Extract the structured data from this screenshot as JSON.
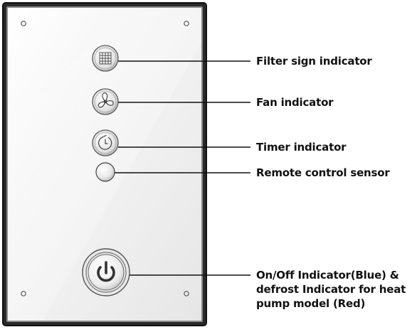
{
  "callouts": {
    "filter": "Filter sign indicator",
    "fan": "Fan indicator",
    "timer": "Timer indicator",
    "sensor": "Remote control sensor",
    "onoff_lines": [
      "On/Off Indicator(Blue) &",
      "defrost Indicator for heat",
      "pump model (Red)"
    ]
  },
  "icons": {
    "filter": "grid-icon",
    "fan": "fan-icon",
    "timer": "timer-icon",
    "sensor": "sensor-dome-icon",
    "power": "power-icon"
  },
  "colors": {
    "panel_border": "#1a1a1a",
    "panel_face": "#f4f4f4",
    "leader_line": "#111111"
  }
}
